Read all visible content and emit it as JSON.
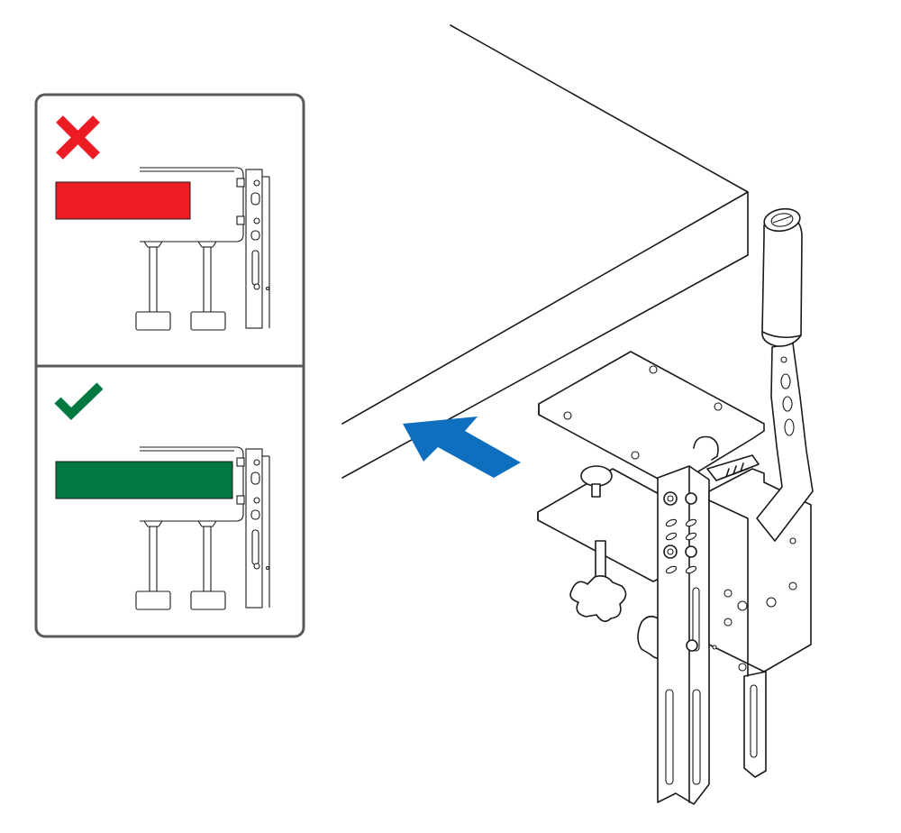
{
  "illustration": {
    "name": "clamp-mount-installation",
    "colors": {
      "wrong": "#ed1c24",
      "correct": "#00783f",
      "arrow": "#0e6fbe",
      "frame": "#58595b",
      "line": "#1a1a1a"
    },
    "panels": [
      {
        "id": "incorrect",
        "icon": "cross-icon",
        "desk_depth_fraction": 0.76
      },
      {
        "id": "correct",
        "icon": "check-icon",
        "desk_depth_fraction": 1.0
      }
    ],
    "main_icons": [
      "insert-direction-arrow-icon",
      "handbrake-lever-icon",
      "table-clamp-icon"
    ]
  }
}
